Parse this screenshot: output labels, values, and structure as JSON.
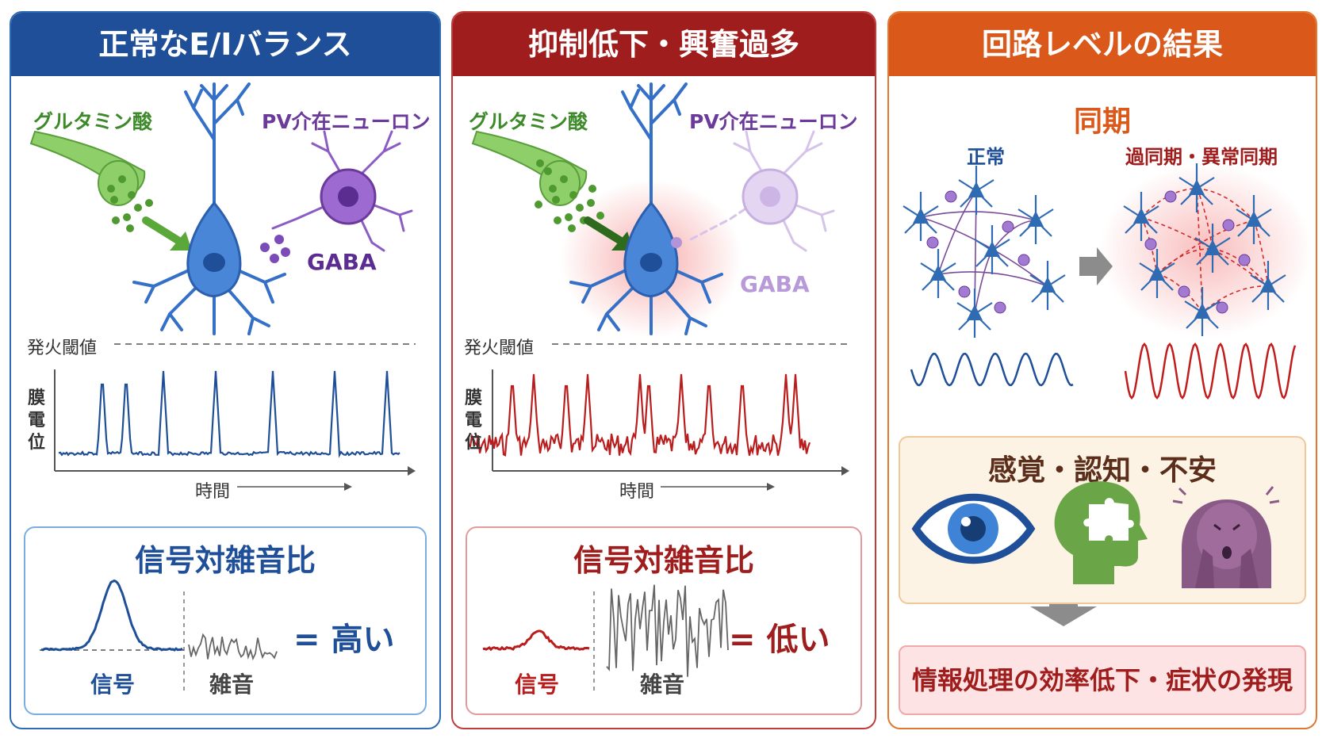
{
  "panel1": {
    "title": "正常なE/Iバランス",
    "glutamate": "グルタミン酸",
    "pv": "PV介在ニューロン",
    "gaba": "GABA",
    "threshold": "発火閾値",
    "ylabel": "膜電位",
    "xlabel": "時間",
    "snr_title": "信号対雑音比",
    "snr_result": "= 高い",
    "signal": "信号",
    "noise": "雑音",
    "color": "#1f4f98"
  },
  "panel2": {
    "title": "抑制低下・興奮過多",
    "glutamate": "グルタミン酸",
    "pv": "PV介在ニューロン",
    "gaba": "GABA",
    "threshold": "発火閾値",
    "ylabel": "膜電位",
    "xlabel": "時間",
    "snr_title": "信号対雑音比",
    "snr_result": "= 低い",
    "signal": "信号",
    "noise": "雑音",
    "color": "#a01d1d"
  },
  "panel3": {
    "title": "回路レベルの結果",
    "sync": "同期",
    "normal": "正常",
    "hyper": "過同期・異常同期",
    "effects_title": "感覚・認知・不安",
    "effects_icons": [
      "eye-icon",
      "head-puzzle-icon",
      "anxious-face-icon"
    ],
    "result": "情報処理の効率低下・症状の発現",
    "color": "#d9581a"
  }
}
